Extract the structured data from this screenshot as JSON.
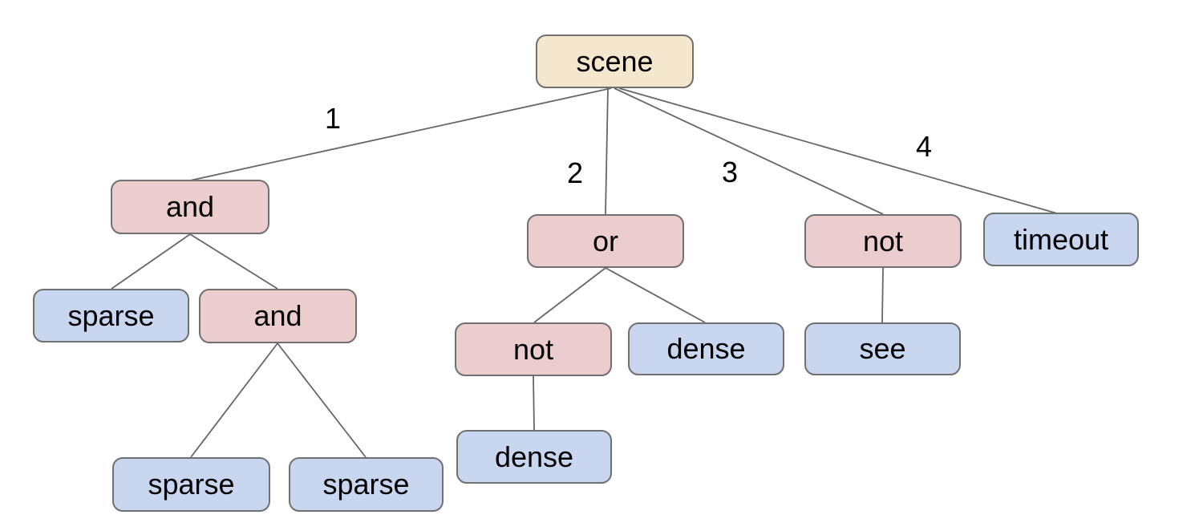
{
  "diagram": {
    "type": "tree",
    "background": "#ffffff",
    "nodes": {
      "scene": {
        "label": "scene",
        "role": "root"
      },
      "and1": {
        "label": "and",
        "role": "operator"
      },
      "or1": {
        "label": "or",
        "role": "operator"
      },
      "not1": {
        "label": "not",
        "role": "operator"
      },
      "timeout": {
        "label": "timeout",
        "role": "leaf"
      },
      "sparse1": {
        "label": "sparse",
        "role": "leaf"
      },
      "and2": {
        "label": "and",
        "role": "operator"
      },
      "not2": {
        "label": "not",
        "role": "operator"
      },
      "dense1": {
        "label": "dense",
        "role": "leaf"
      },
      "see": {
        "label": "see",
        "role": "leaf"
      },
      "sparse2": {
        "label": "sparse",
        "role": "leaf"
      },
      "sparse3": {
        "label": "sparse",
        "role": "leaf"
      },
      "dense2": {
        "label": "dense",
        "role": "leaf"
      }
    },
    "edges": [
      {
        "from": "scene",
        "to": "and1",
        "label": "1"
      },
      {
        "from": "scene",
        "to": "or1",
        "label": "2"
      },
      {
        "from": "scene",
        "to": "not1",
        "label": "3"
      },
      {
        "from": "scene",
        "to": "timeout",
        "label": "4"
      },
      {
        "from": "and1",
        "to": "sparse1"
      },
      {
        "from": "and1",
        "to": "and2"
      },
      {
        "from": "and2",
        "to": "sparse2"
      },
      {
        "from": "and2",
        "to": "sparse3"
      },
      {
        "from": "or1",
        "to": "not2"
      },
      {
        "from": "or1",
        "to": "dense1"
      },
      {
        "from": "not2",
        "to": "dense2"
      },
      {
        "from": "not1",
        "to": "see"
      }
    ],
    "colors": {
      "background": "#ffffff",
      "root_fill": "#f5e7ce",
      "operator_fill": "#eacdcc",
      "leaf_fill": "#c9d6f0",
      "node_border": "#707070",
      "edge_line": "#666666",
      "text": "#000000"
    }
  }
}
